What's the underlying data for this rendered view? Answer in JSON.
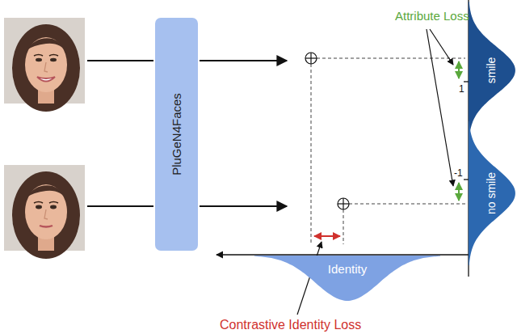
{
  "diagram": {
    "nodes": [
      {
        "text": [
          "PluGeN4Faces"
        ]
      },
      {
        "text": [
          "smile"
        ]
      },
      {
        "text": [
          "no smile"
        ]
      },
      {
        "text": [
          "Identity"
        ]
      }
    ],
    "labels": [
      "Attribute Loss",
      "1",
      "-1",
      "Contrastive Identity Loss"
    ]
  }
}
